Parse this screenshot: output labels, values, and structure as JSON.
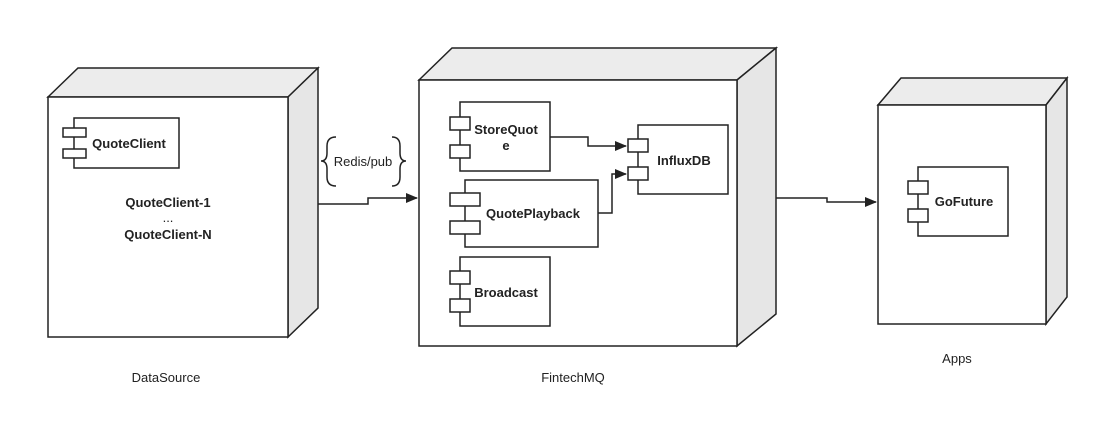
{
  "nodes": {
    "datasource": {
      "label": "DataSource",
      "component": "QuoteClient",
      "instances": [
        "QuoteClient-1",
        "...",
        "QuoteClient-N"
      ]
    },
    "fintechmq": {
      "label": "FintechMQ",
      "components": {
        "store_quote_line1": "StoreQuot",
        "store_quote_line2": "e",
        "quote_playback": "QuotePlayback",
        "broadcast": "Broadcast",
        "influxdb": "InfluxDB"
      }
    },
    "apps": {
      "label": "Apps",
      "component": "GoFuture"
    }
  },
  "connections": {
    "redis_label": "Redis/pub"
  }
}
